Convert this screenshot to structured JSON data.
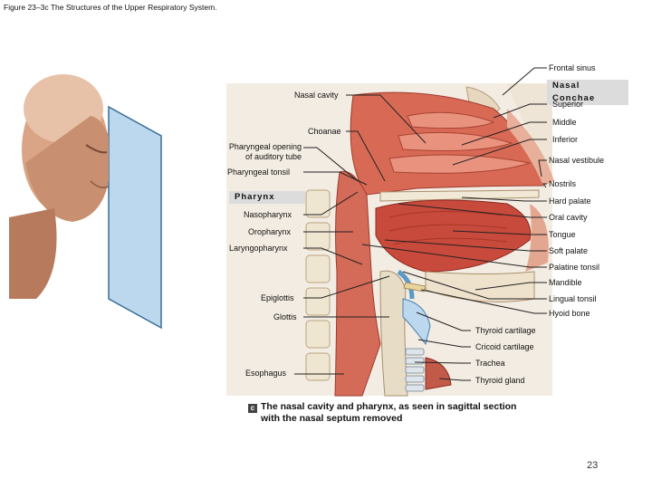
{
  "figure_title": "Figure 23–3c The Structures of the Upper Respiratory System.",
  "left_labels": {
    "nasal_cavity": "Nasal cavity",
    "choanae": "Choanae",
    "pharyngeal_opening": "Pharyngeal opening",
    "of_auditory_tube": "of auditory tube",
    "pharyngeal_tonsil": "Pharyngeal tonsil",
    "pharynx_header": "Pharynx",
    "nasopharynx": "Nasopharynx",
    "oropharynx": "Oropharynx",
    "laryngopharynx": "Laryngopharynx",
    "epiglottis": "Epiglottis",
    "glottis": "Glottis",
    "esophagus": "Esophagus"
  },
  "right_labels": {
    "frontal_sinus": "Frontal sinus",
    "nasal_conchae_header": "Nasal Conchae",
    "superior": "Superior",
    "middle": "Middle",
    "inferior": "Inferior",
    "nasal_vestibule": "Nasal vestibule",
    "nostrils": "Nostrils",
    "hard_palate": "Hard palate",
    "oral_cavity": "Oral cavity",
    "tongue": "Tongue",
    "soft_palate": "Soft palate",
    "palatine_tonsil": "Palatine tonsil",
    "mandible": "Mandible",
    "lingual_tonsil": "Lingual tonsil",
    "hyoid_bone": "Hyoid bone",
    "thyroid_cartilage": "Thyroid cartilage",
    "cricoid_cartilage": "Cricoid cartilage",
    "trachea": "Trachea",
    "thyroid_gland": "Thyroid gland"
  },
  "caption": {
    "badge": "c",
    "text": "The nasal cavity and pharynx, as seen in sagittal section with the nasal septum removed"
  },
  "page_number": "23"
}
